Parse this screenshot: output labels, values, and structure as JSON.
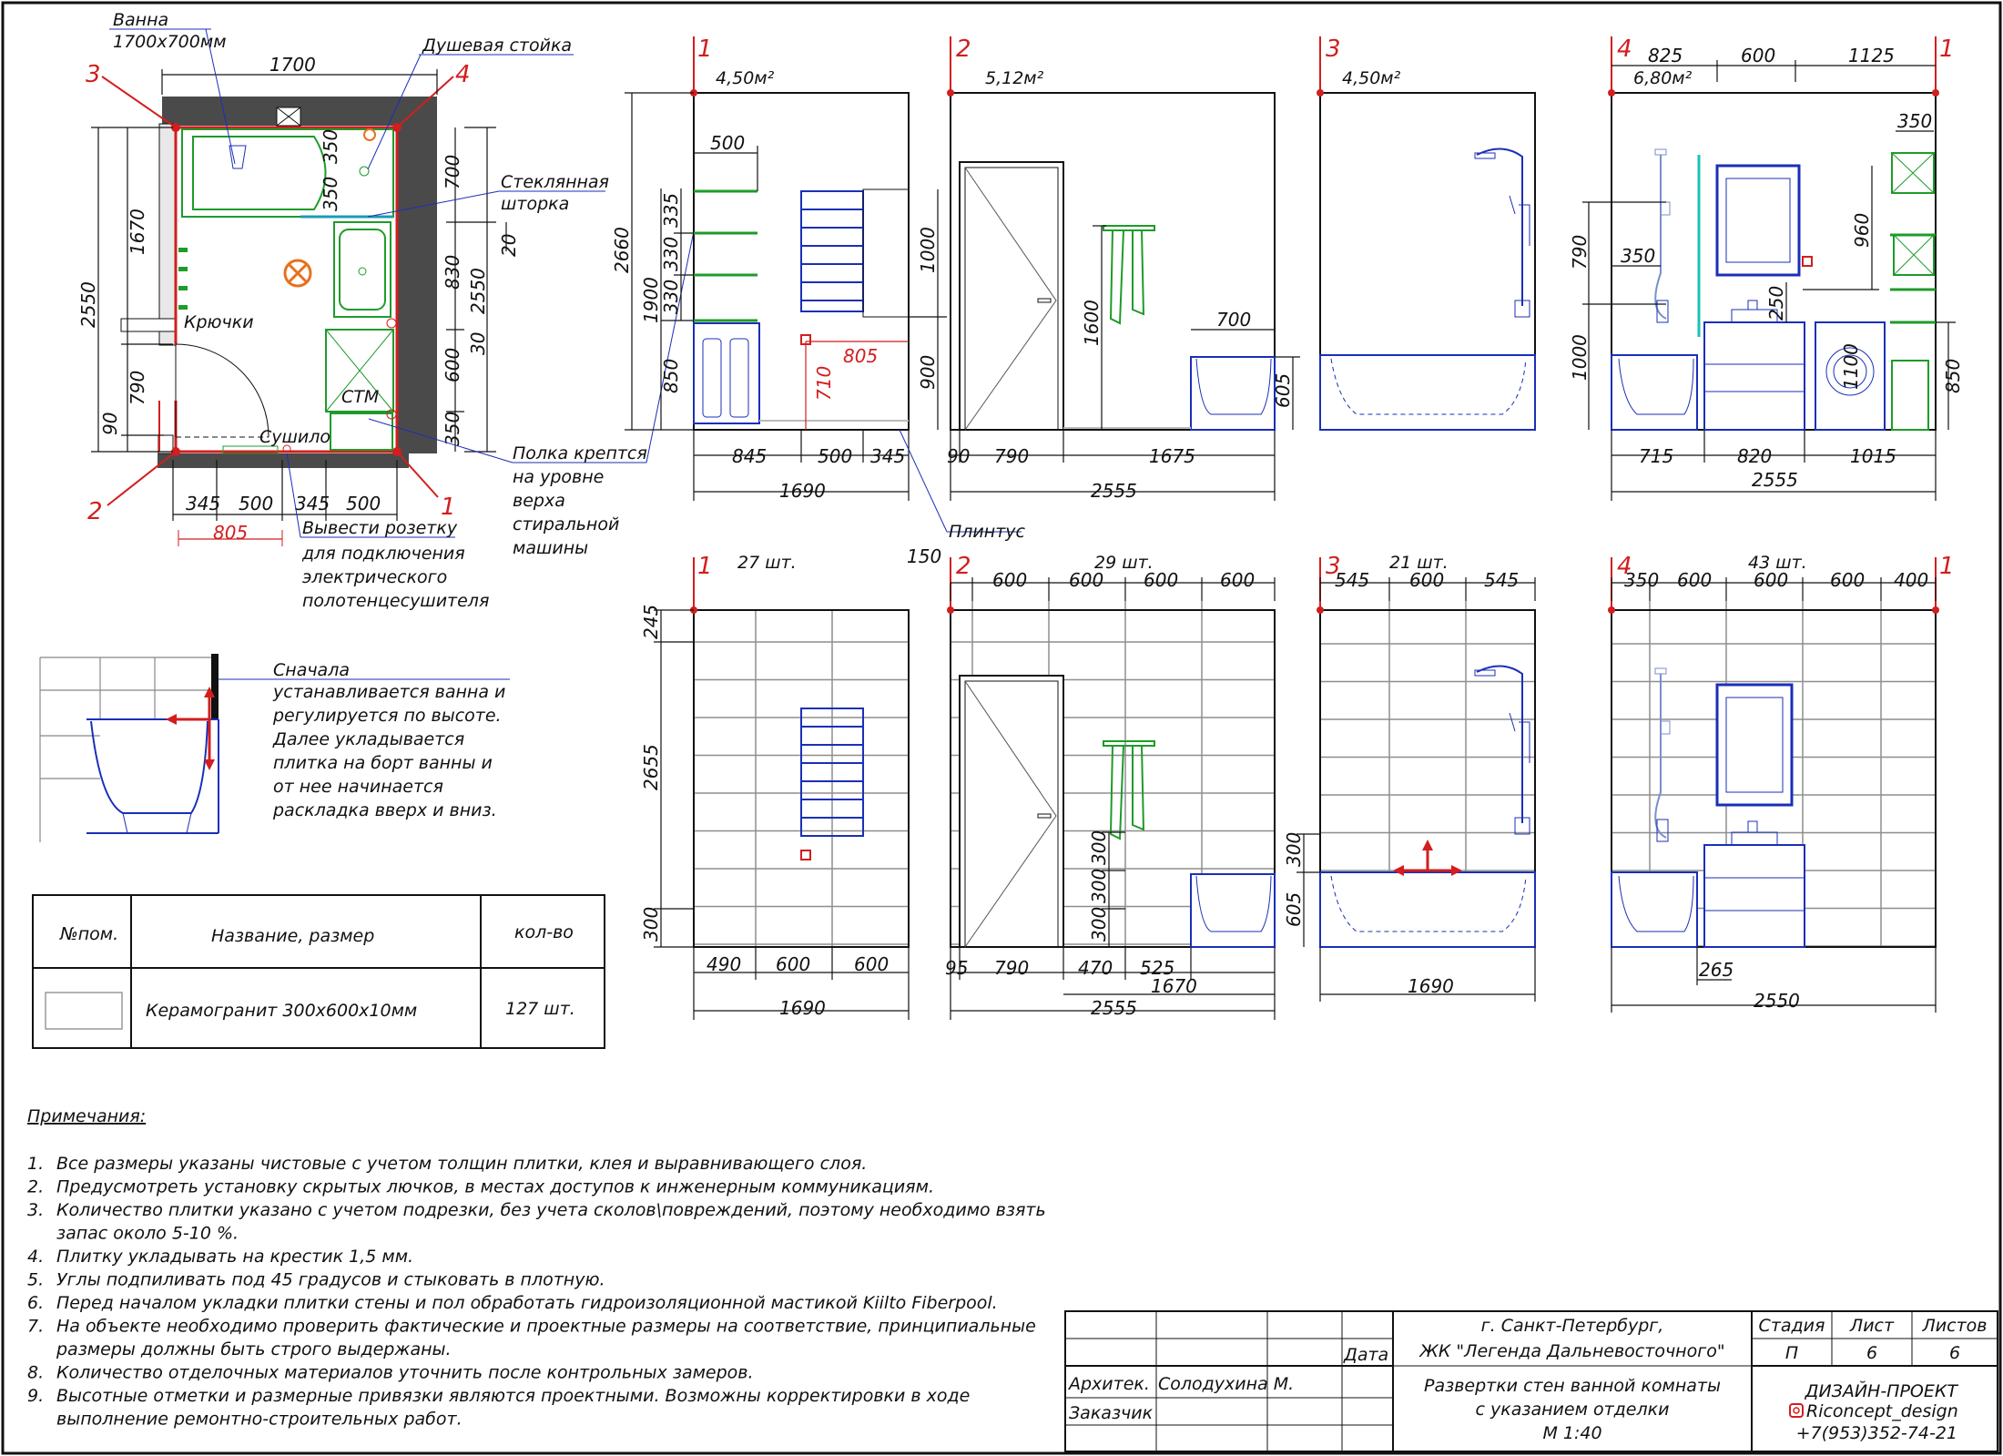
{
  "plan": {
    "bath_label": "Ванна",
    "bath_size": "1700х700мм",
    "shower_label": "Душевая стойка",
    "glass_label_1": "Стеклянная",
    "glass_label_2": "шторка",
    "hooks_label": "Крючки",
    "wm_label": "СТМ",
    "dryer_label": "Сушило",
    "shelf_note": [
      "Полка крептся",
      "на уровне",
      "верха",
      "стиральной",
      "машины"
    ],
    "socket_note": [
      "Вывести розетку",
      "для подключения",
      "электрического",
      "полотенцесушителя"
    ],
    "plinth_label": "Плинтус",
    "dims": {
      "top": "1700",
      "left_total": "2550",
      "left_1670": "1670",
      "left_790": "790",
      "left_90": "90",
      "r_700": "700",
      "r_830": "830",
      "r_2550": "2550",
      "r_600": "600",
      "r_350": "350",
      "r_30": "30",
      "r_20": "20",
      "b_345a": "345",
      "b_500a": "500",
      "b_345b": "345",
      "b_500b": "500",
      "b_805": "805",
      "v350a": "350",
      "v350b": "350"
    },
    "corners": [
      "1",
      "2",
      "3",
      "4"
    ]
  },
  "bath_detail": {
    "title": "Сначала",
    "lines": [
      "устанавливается ванна и",
      "регулируется по высоте.",
      "Далее укладывается",
      "плитка на борт ванны и",
      "от нее начинается",
      "раскладка вверх и вниз."
    ]
  },
  "elevations_top": [
    {
      "num": "1",
      "area": "4,50м²",
      "dims": {
        "h": "2660",
        "h1900": "1900",
        "h850": "850",
        "s335": "335",
        "s330a": "330",
        "s330b": "330",
        "w500": "500",
        "r1000": "1000",
        "r900": "900",
        "red805": "805",
        "red710": "710",
        "b845": "845",
        "b500": "500",
        "b345": "345",
        "total": "1690"
      }
    },
    {
      "num": "2",
      "area": "5,12м²",
      "dims": {
        "b90": "90",
        "b790": "790",
        "b1675": "1675",
        "h1600": "1600",
        "w700": "700",
        "h605": "605",
        "total": "2555"
      }
    },
    {
      "num": "3",
      "area": "4,50м²"
    },
    {
      "num": "4",
      "num_end": "1",
      "area": "6,80м²",
      "dims": {
        "t825": "825",
        "t600": "600",
        "t1125": "1125",
        "h790": "790",
        "h1000": "1000",
        "w350": "350",
        "h960": "960",
        "w350r": "350",
        "h250": "250",
        "h1100": "1100",
        "h850": "850",
        "b715": "715",
        "b820": "820",
        "b1015": "1015",
        "total": "2555"
      }
    }
  ],
  "elevations_bottom": [
    {
      "num": "1",
      "count": "27 шт.",
      "dims": {
        "h2655": "2655",
        "h245": "245",
        "h300": "300",
        "b490": "490",
        "b600a": "600",
        "b600b": "600",
        "total": "1690"
      }
    },
    {
      "num": "2",
      "count": "29 шт.",
      "dims": {
        "d150": "150",
        "t600a": "600",
        "t600b": "600",
        "t600c": "600",
        "t600d": "600",
        "h300a": "300",
        "h300b": "300",
        "h300c": "300",
        "b95": "95",
        "b790": "790",
        "b470": "470",
        "b525": "525",
        "b1670": "1670",
        "total": "2555"
      }
    },
    {
      "num": "3",
      "count": "21 шт.",
      "dims": {
        "t545a": "545",
        "t600": "600",
        "t545b": "545",
        "h300": "300",
        "h605": "605",
        "total": "1690"
      }
    },
    {
      "num": "4",
      "num_end": "1",
      "count": "43 шт.",
      "dims": {
        "t350": "350",
        "t600a": "600",
        "t600b": "600",
        "t600c": "600",
        "t400": "400",
        "b265": "265",
        "total": "2550"
      }
    }
  ],
  "spec_table": {
    "headers": [
      "№пом.",
      "Название, размер",
      "кол-во"
    ],
    "row": {
      "name": "Керамогранит 300х600х10мм",
      "qty": "127 шт."
    }
  },
  "notes": {
    "title": "Примечания:",
    "items": [
      [
        "1.",
        "Все размеры указаны  чистовые с учетом толщин плитки, клея и выравнивающего слоя."
      ],
      [
        "2.",
        "Предусмотреть установку скрытых лючков, в местах доступов к инженерным коммуникациям."
      ],
      [
        "3.",
        "Количество плитки указано с учетом подрезки, без учета сколов\\повреждений, поэтому необходимо взять"
      ],
      [
        "",
        "запас около 5-10 %."
      ],
      [
        "4.",
        "Плитку укладывать на крестик 1,5 мм."
      ],
      [
        "5.",
        "Углы подпиливать под 45 градусов и стыковать в плотную."
      ],
      [
        "6.",
        "Перед началом укладки плитки стены и пол обработать гидроизоляционной мастикой Kiilto Fiberpool."
      ],
      [
        "7.",
        "На объекте необходимо проверить фактические и проектные размеры на соответствие, принципиальные"
      ],
      [
        "",
        "размеры должны быть строго выдержаны."
      ],
      [
        "8.",
        "Количество отделочных материалов уточнить после контрольных замеров."
      ],
      [
        "9.",
        "Высотные отметки и размерные привязки являются проектными. Возможны корректировки в ходе"
      ],
      [
        "",
        "выполнение ремонтно-строительных работ."
      ]
    ]
  },
  "title_block": {
    "date_label": "Дата",
    "architect_label": "Архитек.",
    "architect_name": "Солодухина М.",
    "client_label": "Заказчик",
    "address_1": "г. Санкт-Петербург,",
    "address_2": "ЖК \"Легенда Дальневосточного\"",
    "desc_1": "Развертки стен ванной комнаты",
    "desc_2": "с указанием отделки",
    "scale": "М 1:40",
    "stage_label": "Стадия",
    "sheet_label": "Лист",
    "sheets_label": "Листов",
    "stage": "П",
    "sheet": "6",
    "sheets": "6",
    "company": "ДИЗАЙН-ПРОЕКТ",
    "instagram": "Riconcept_design",
    "phone": "+7(953)352-74-21"
  },
  "colors": {
    "red": "#d21e1e",
    "blue": "#1a2fb8",
    "green": "#1e9b2a",
    "orange": "#e8701c",
    "wall": "#4a4a4a",
    "grid": "#8e8e8e"
  }
}
